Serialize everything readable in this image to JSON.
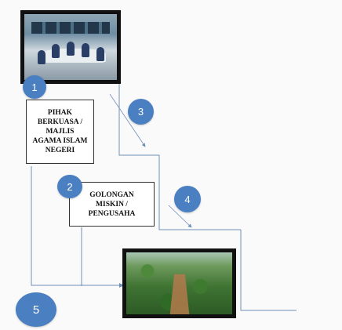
{
  "boxes": {
    "authority": "PIHAK\nBERKUASA /\nMAJLIS\nAGAMA ISLAM\nNEGERI",
    "poor": "GOLONGAN\nMISKIN /\nPENGUSAHA"
  },
  "steps": [
    "1",
    "2",
    "3",
    "4",
    "5"
  ],
  "colors": {
    "line": "#6f8fb8",
    "circle": "#4a7fc1"
  },
  "icons": {
    "meeting_photo": "meeting-room-photo",
    "plantation_photo": "palm-oil-plantation-photo"
  }
}
